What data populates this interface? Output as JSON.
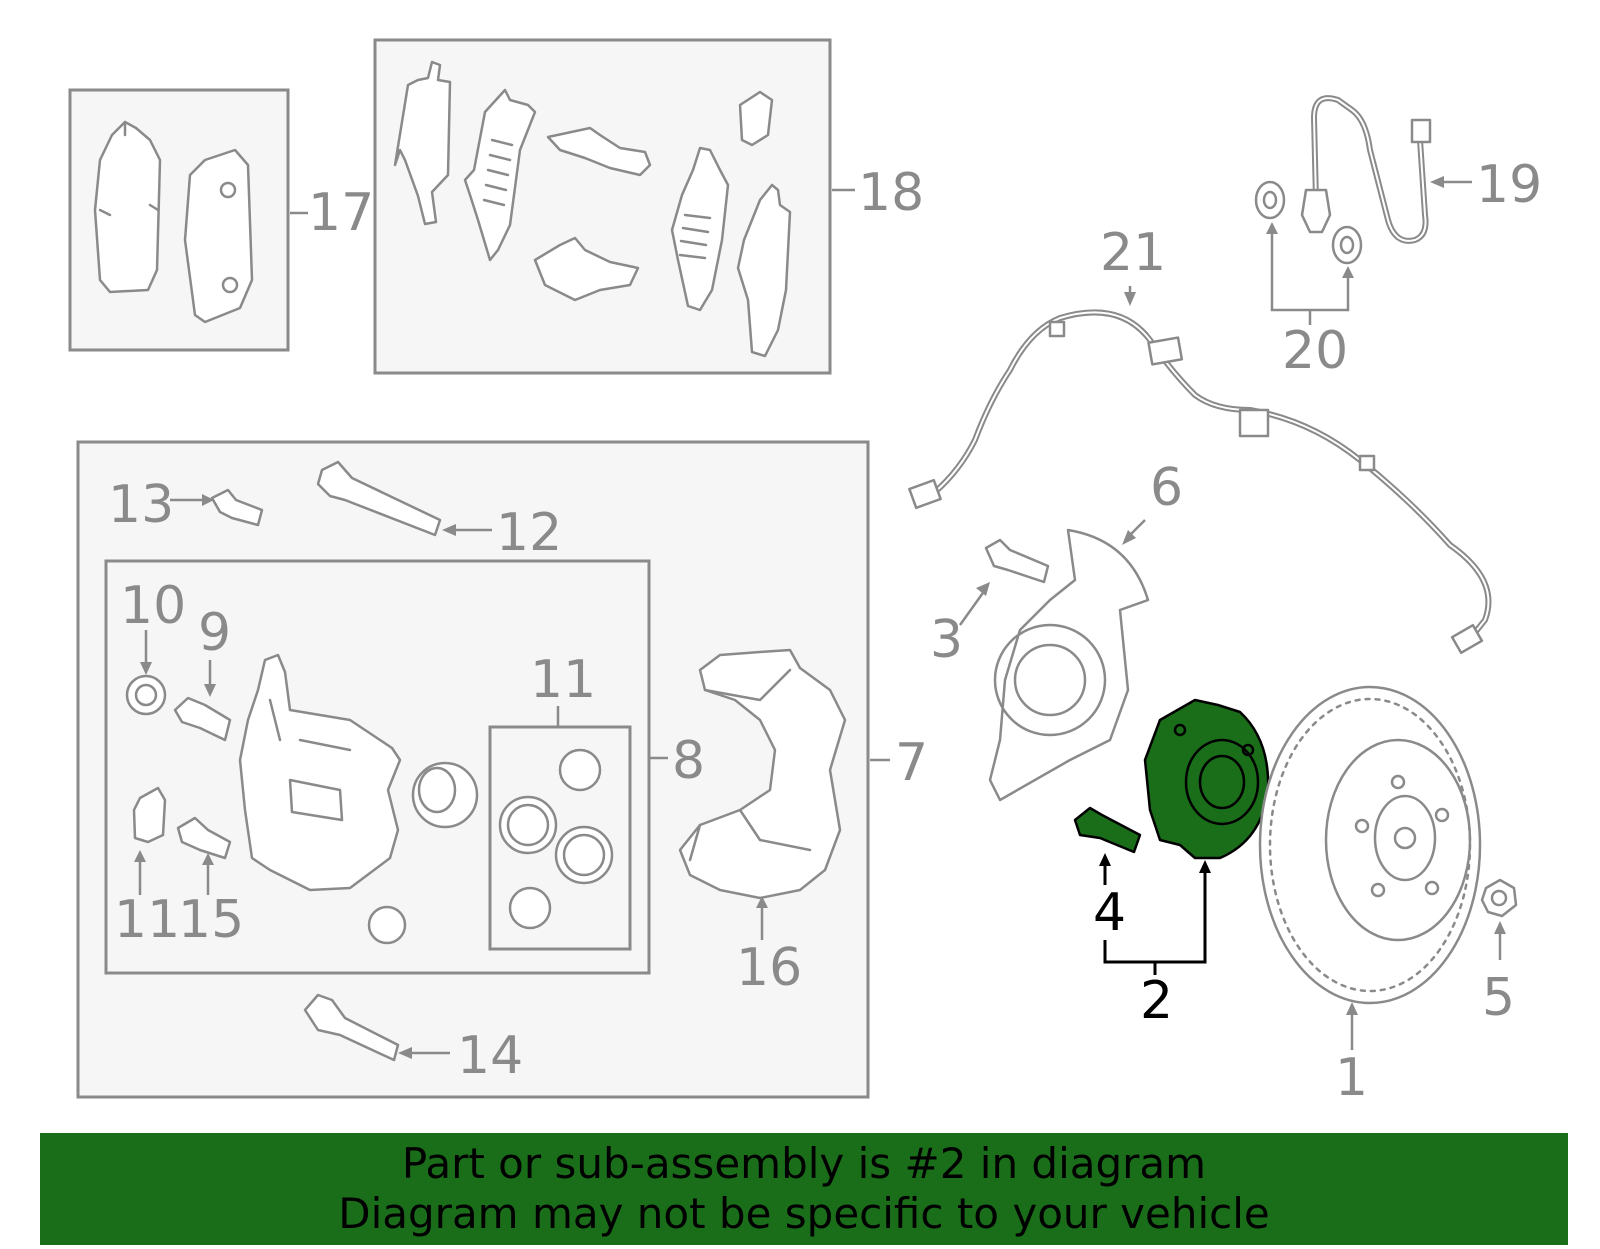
{
  "callouts": {
    "c1": "1",
    "c2": "2",
    "c3": "3",
    "c4": "4",
    "c5": "5",
    "c6": "6",
    "c7": "7",
    "c8": "8",
    "c9": "9",
    "c10": "10",
    "c11a": "11",
    "c11b": "11",
    "c12": "12",
    "c13": "13",
    "c14": "14",
    "c15": "15",
    "c16": "16",
    "c17": "17",
    "c18": "18",
    "c19": "19",
    "c20": "20",
    "c21": "21"
  },
  "highlighted_part": "2",
  "colors": {
    "highlight": "#1a6e1a",
    "outline": "#8a8a8a",
    "box_fill": "#f6f6f6"
  },
  "banner": {
    "line1": "Part or sub-assembly is #2 in diagram",
    "line2": "Diagram may not be specific to your vehicle"
  }
}
